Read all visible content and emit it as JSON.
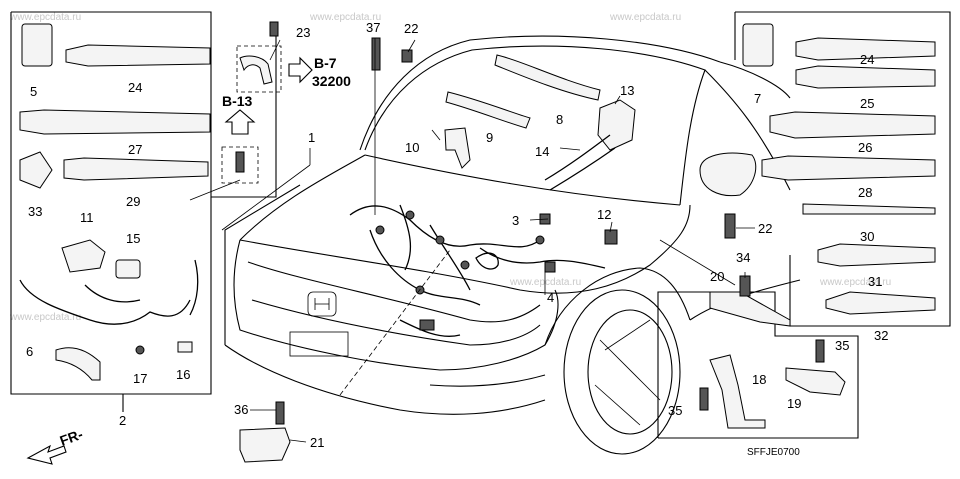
{
  "diagram": {
    "code": "SFFJE0700",
    "direction_label": "FR-",
    "watermark": "www.epcdata.ru",
    "refs": {
      "b7": "B-7",
      "b7_sub": "32200",
      "b13": "B-13"
    },
    "callouts": {
      "c1": "1",
      "c2": "2",
      "c3": "3",
      "c4": "4",
      "c5": "5",
      "c6": "6",
      "c7": "7",
      "c8": "8",
      "c9": "9",
      "c10": "10",
      "c11": "11",
      "c12": "12",
      "c13": "13",
      "c14": "14",
      "c15": "15",
      "c16": "16",
      "c17": "17",
      "c18": "18",
      "c19": "19",
      "c20": "20",
      "c21": "21",
      "c22a": "22",
      "c22b": "22",
      "c23": "23",
      "c24a": "24",
      "c24b": "24",
      "c25": "25",
      "c26": "26",
      "c27": "27",
      "c28": "28",
      "c29": "29",
      "c30": "30",
      "c31": "31",
      "c32": "32",
      "c33": "33",
      "c34": "34",
      "c35a": "35",
      "c35b": "35",
      "c36": "36",
      "c37": "37"
    }
  }
}
